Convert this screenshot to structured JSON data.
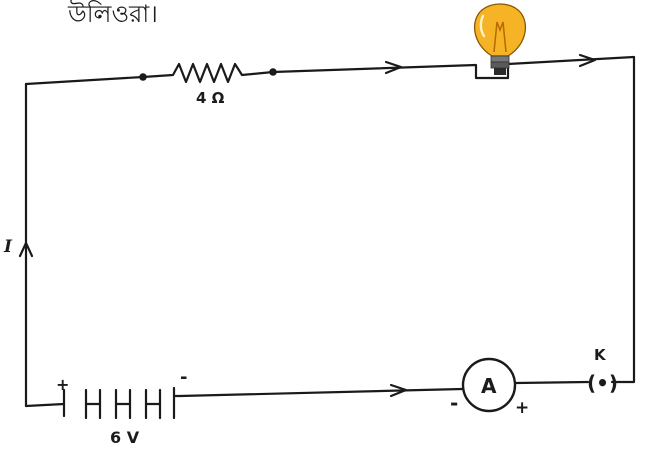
{
  "header_fragment": "উলিওরা।",
  "resistor": {
    "label": "4 Ω"
  },
  "battery": {
    "label": "6 V",
    "plus_sign": "+",
    "minus_sign": "-"
  },
  "ammeter": {
    "symbol": "A",
    "minus_sign": "-",
    "plus_sign": "+"
  },
  "key": {
    "label": "K",
    "symbol": "(•)"
  },
  "current": {
    "label": "I"
  },
  "icons": {
    "bulb": "light-bulb-icon",
    "arrows": "current-direction-arrow-icon"
  },
  "colors": {
    "wire": "#1a1a1a",
    "bulb_glass": "#f5b325",
    "bulb_filament": "#b86a00"
  }
}
